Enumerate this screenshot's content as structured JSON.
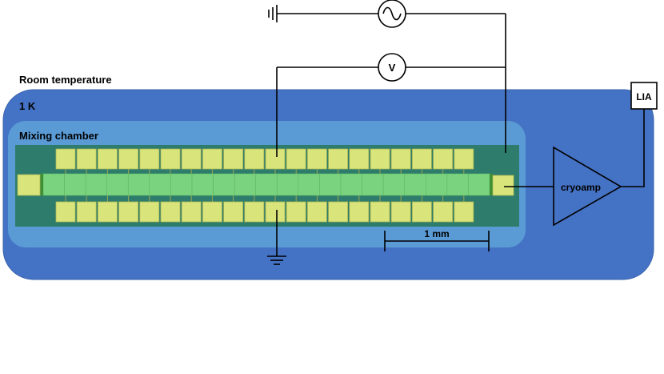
{
  "labels": {
    "room_temperature": "Room temperature",
    "one_kelvin": "1 K",
    "mixing_chamber": "Mixing chamber",
    "voltmeter": "V",
    "lia": "LIA",
    "cryoamp": "cryoamp",
    "scale_bar": "1 mm"
  },
  "colors": {
    "stage_1k": "#4472c4",
    "stage_1k_border": "#3a63ad",
    "mixing_chamber": "#5b9bd5",
    "substrate": "#2e7d6c",
    "pads": "#d9e57a",
    "pad_border": "#a8b456",
    "channel": "#7ad37e",
    "channel_end": "#3f8f35"
  },
  "device": {
    "top_pad_count": 20,
    "bottom_pad_count": 20,
    "channel_segment_count": 21
  },
  "icons": {
    "source": "ac-source-icon",
    "ground": "ground-icon"
  }
}
